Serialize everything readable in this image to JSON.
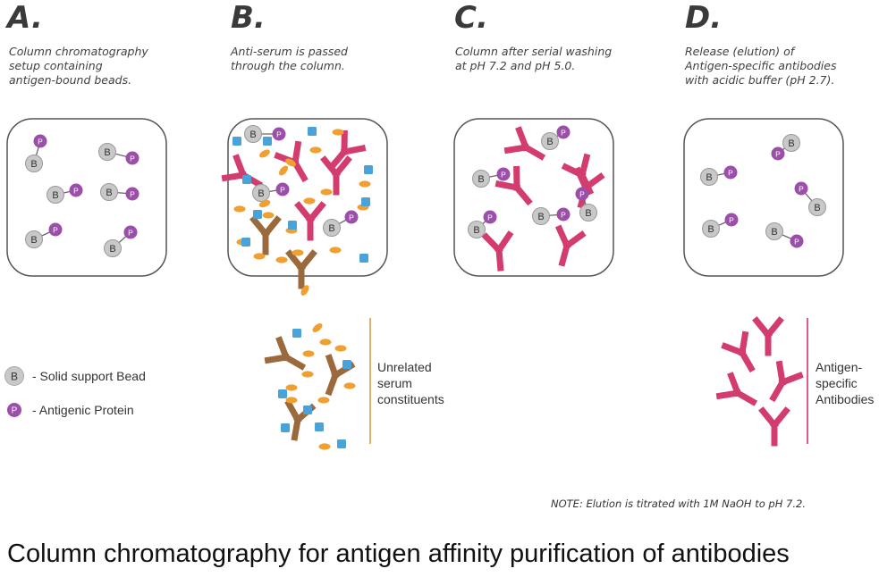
{
  "panels": [
    {
      "letter": "A.",
      "caption": [
        "Column chromatography",
        "setup containing",
        "antigen-bound beads."
      ]
    },
    {
      "letter": "B.",
      "caption": [
        "Anti-serum is passed",
        "through the column."
      ]
    },
    {
      "letter": "C.",
      "caption": [
        "Column after serial washing",
        "at pH 7.2 and pH 5.0."
      ]
    },
    {
      "letter": "D.",
      "caption": [
        "Release (elution) of",
        "Antigen-specific antibodies",
        "with acidic buffer (pH 2.7)."
      ]
    }
  ],
  "glyphs": {
    "bead": "B",
    "protein": "P"
  },
  "legend": {
    "bead": {
      "symbol": "B",
      "label": "- Solid support Bead"
    },
    "protein": {
      "symbol": "P",
      "label": "- Antigenic Protein"
    }
  },
  "outputs": {
    "unrelated": [
      "Unrelated",
      "serum",
      "constituents"
    ],
    "specific": [
      "Antigen-",
      "specific",
      "Antibodies"
    ]
  },
  "note": "NOTE: Elution is titrated with 1M NaOH to pH 7.2.",
  "title": "Column chromatography for antigen affinity purification of antibodies",
  "colors": {
    "bead": "#c8c8c8",
    "protein": "#9b4fa8",
    "antibody_pink": "#d23c6e",
    "antibody_brown": "#9a6a3c",
    "orange_particle": "#f0a030",
    "blue_particle": "#4aa3d8",
    "column_border": "#555555",
    "divider_orange": "#e0b070",
    "divider_pink": "#e05a8a"
  }
}
